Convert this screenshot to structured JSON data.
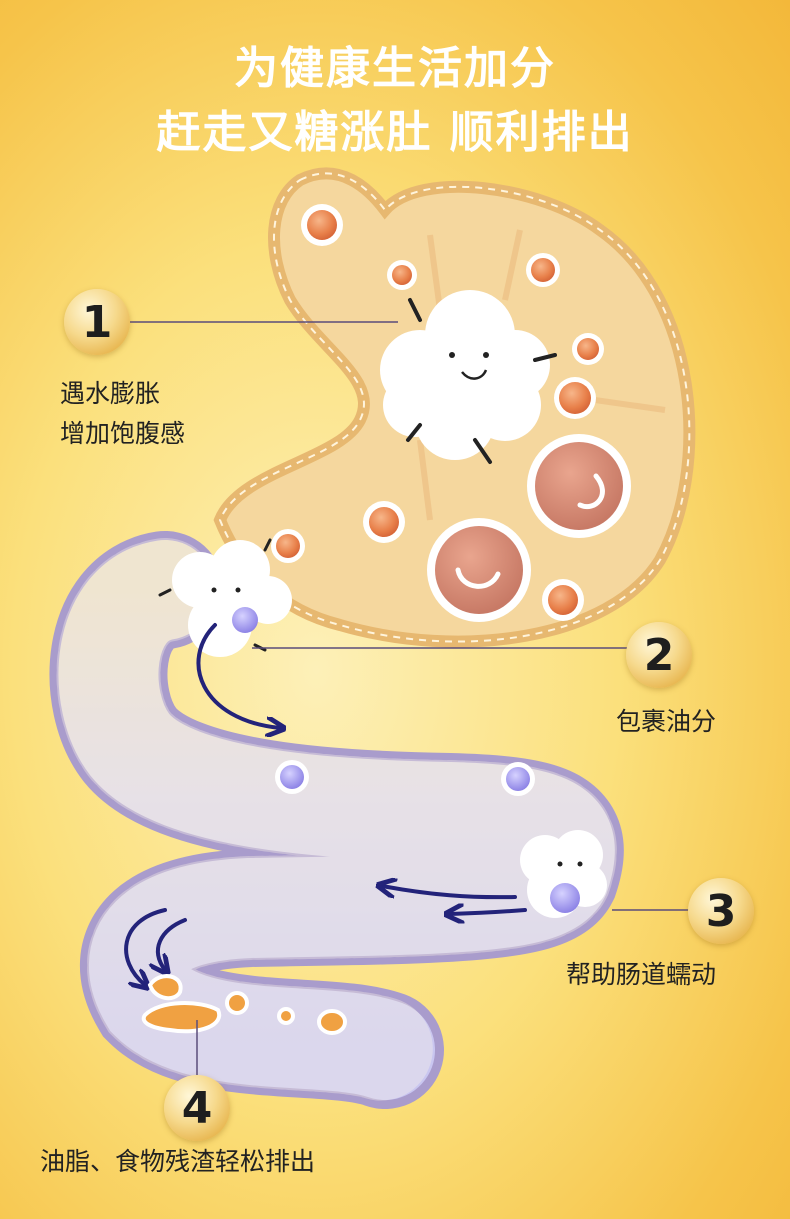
{
  "headline": {
    "line1": "为健康生活加分",
    "line2": "赶走又糖涨肚 顺利排出"
  },
  "steps": [
    {
      "number": "1",
      "lines": [
        "遇水膨胀",
        "增加饱腹感"
      ]
    },
    {
      "number": "2",
      "lines": [
        "包裹油分"
      ]
    },
    {
      "number": "3",
      "lines": [
        "帮助肠道蠕动"
      ]
    },
    {
      "number": "4",
      "lines": [
        "油脂、食物残渣轻松排出"
      ]
    }
  ],
  "colors": {
    "background": "#f6c44a",
    "stomach": "#f6d7a0",
    "intestine": "#c8c8ec",
    "fat_droplet": "#e8804a",
    "fiber_bubble": "#9a8ee8",
    "arrow": "#23237a"
  }
}
